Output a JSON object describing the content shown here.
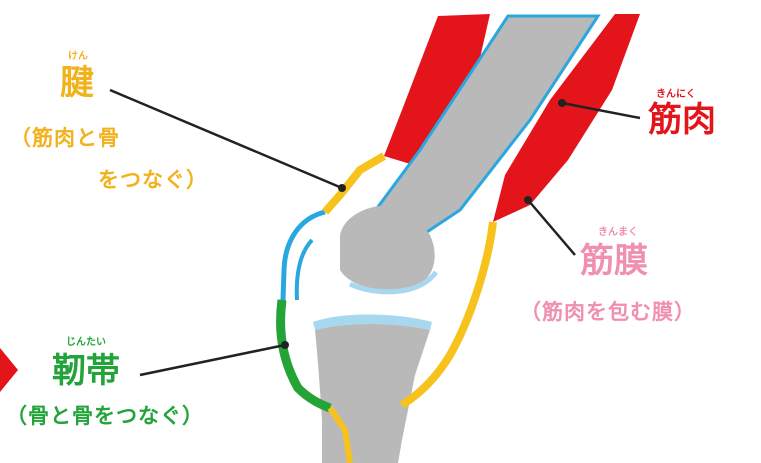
{
  "tendon": {
    "ruby": "けん",
    "name": "腱",
    "desc1": "（筋肉と骨",
    "desc2": "をつなぐ）"
  },
  "muscle": {
    "ruby": "きんにく",
    "name": "筋肉"
  },
  "fascia": {
    "ruby": "きんまく",
    "name": "筋膜",
    "desc": "（筋肉を包む膜）"
  },
  "ligament": {
    "ruby": "じんたい",
    "name": "靭帯",
    "desc": "（骨と骨をつなぐ）"
  },
  "colors": {
    "muscle": "#e4141b",
    "tendon": "#f7c21b",
    "ligament": "#24a336",
    "bone": "#b9b9b9",
    "cartilage": "#a8d8f0",
    "membrane": "#2aa7e0",
    "fascia_label": "#f08fb0"
  }
}
